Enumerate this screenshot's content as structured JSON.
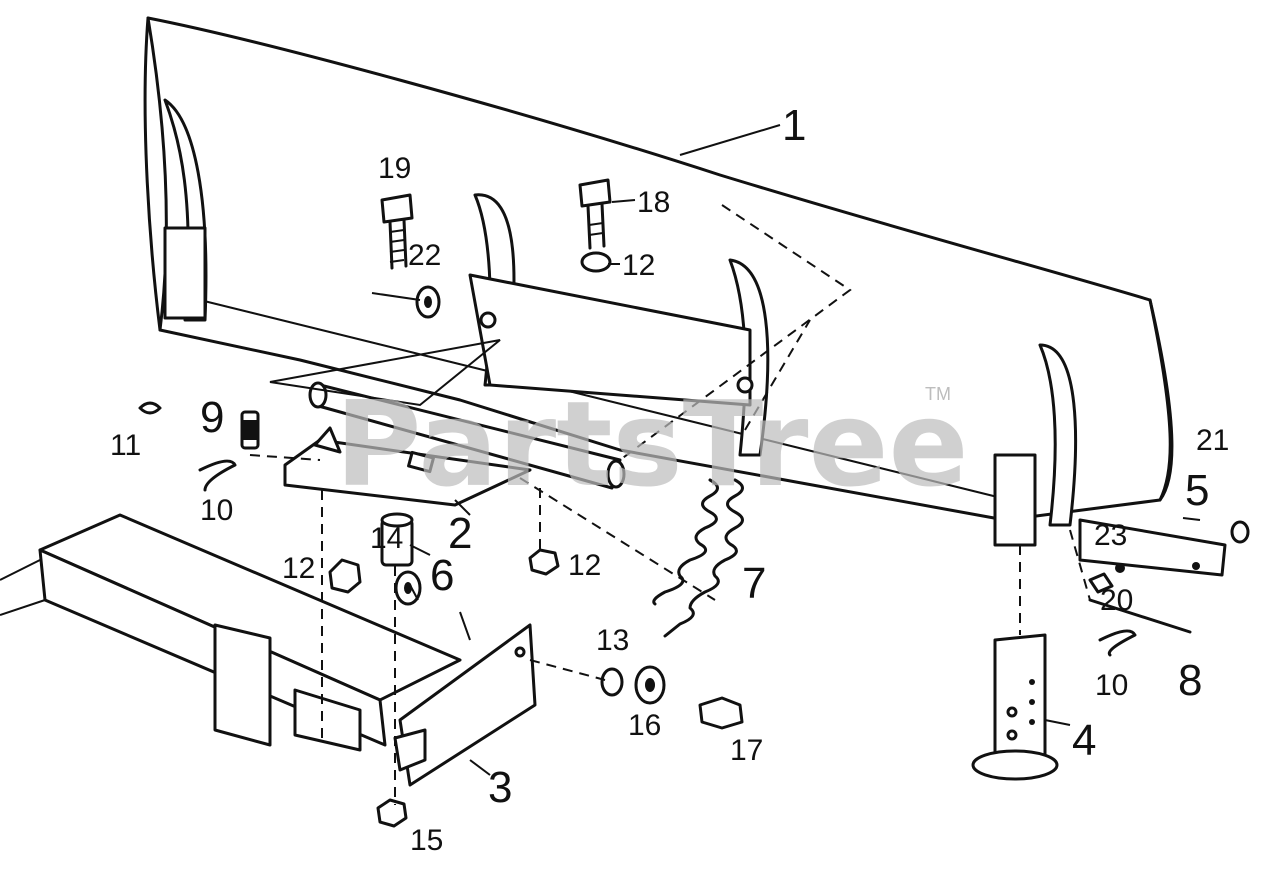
{
  "watermark": {
    "text": "PartsTree",
    "trademark": "TM"
  },
  "labels": {
    "p1": "1",
    "p2": "2",
    "p3": "3",
    "p4": "4",
    "p5": "5",
    "p6": "6",
    "p7": "7",
    "p8": "8",
    "p9": "9",
    "p10a": "10",
    "p10b": "10",
    "p11": "11",
    "p12a": "12",
    "p12b": "12",
    "p12c": "12",
    "p13": "13",
    "p14": "14",
    "p15": "15",
    "p16": "16",
    "p17": "17",
    "p18": "18",
    "p19": "19",
    "p20": "20",
    "p21": "21",
    "p22": "22",
    "p23": "23"
  }
}
